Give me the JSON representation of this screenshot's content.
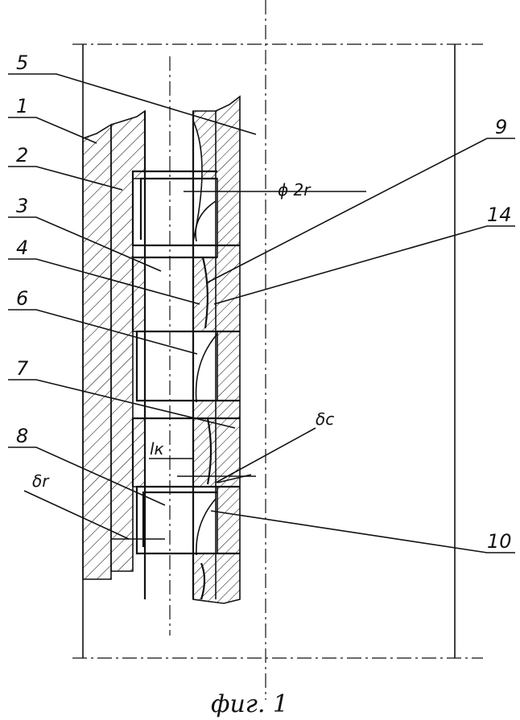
{
  "labels": {
    "l1": "1",
    "l2": "2",
    "l3": "3",
    "l4": "4",
    "l5": "5",
    "l6": "6",
    "l7": "7",
    "l8": "8",
    "l9": "9",
    "l10": "10",
    "l14": "14",
    "diameter": "ϕ 2r",
    "delta_c": "δc",
    "delta_r": "δr",
    "l_k": "lк"
  },
  "caption": "фиг. 1"
}
